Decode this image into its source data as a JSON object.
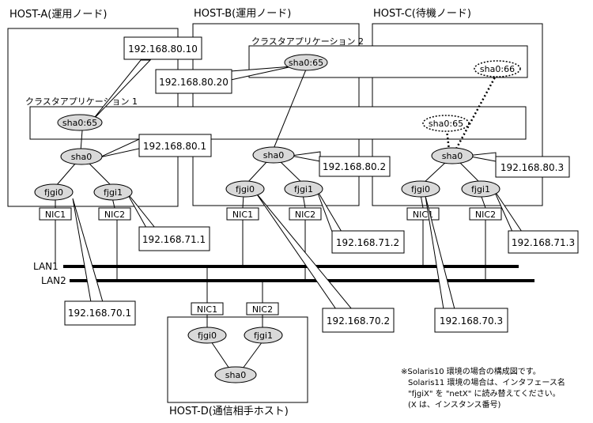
{
  "hosts": {
    "a": {
      "title": "HOST-A(運用ノード)"
    },
    "b": {
      "title": "HOST-B(運用ノード)"
    },
    "c": {
      "title": "HOST-C(待機ノード)"
    },
    "d": {
      "title": "HOST-D(通信相手ホスト)"
    }
  },
  "apps": {
    "app1": "クラスタアプリケーション 1",
    "app2": "クラスタアプリケーション 2"
  },
  "nodes": {
    "a_sha0_65": "sha0:65",
    "b_sha0_65": "sha0:65",
    "c_sha0_66": "sha0:66",
    "c_sha0_65": "sha0:65",
    "a_sha0": "sha0",
    "b_sha0": "sha0",
    "c_sha0": "sha0",
    "d_sha0": "sha0",
    "a_fjgi0": "fjgi0",
    "a_fjgi1": "fjgi1",
    "b_fjgi0": "fjgi0",
    "b_fjgi1": "fjgi1",
    "c_fjgi0": "fjgi0",
    "c_fjgi1": "fjgi1",
    "d_fjgi0": "fjgi0",
    "d_fjgi1": "fjgi1"
  },
  "nics": {
    "a_nic1": "NIC1",
    "a_nic2": "NIC2",
    "b_nic1": "NIC1",
    "b_nic2": "NIC2",
    "c_nic1": "NIC1",
    "c_nic2": "NIC2",
    "d_nic1": "NIC1",
    "d_nic2": "NIC2"
  },
  "ips": {
    "a_takeover": "192.168.80.10",
    "b_takeover": "192.168.80.20",
    "a_sha0": "192.168.80.1",
    "b_sha0": "192.168.80.2",
    "c_sha0": "192.168.80.3",
    "a_fjgi1": "192.168.71.1",
    "b_fjgi1": "192.168.71.2",
    "c_fjgi1": "192.168.71.3",
    "a_fjgi0": "192.168.70.1",
    "b_fjgi0": "192.168.70.2",
    "c_fjgi0": "192.168.70.3"
  },
  "lans": {
    "lan1": "LAN1",
    "lan2": "LAN2"
  },
  "note": {
    "line1": "※Solaris10 環境の場合の構成図です。",
    "line2": "Solaris11 環境の場合は、インタフェース名",
    "line3": "\"fjgiX\" を \"netX\" に読み替えてください。",
    "line4": "(X は、インスタンス番号)"
  }
}
